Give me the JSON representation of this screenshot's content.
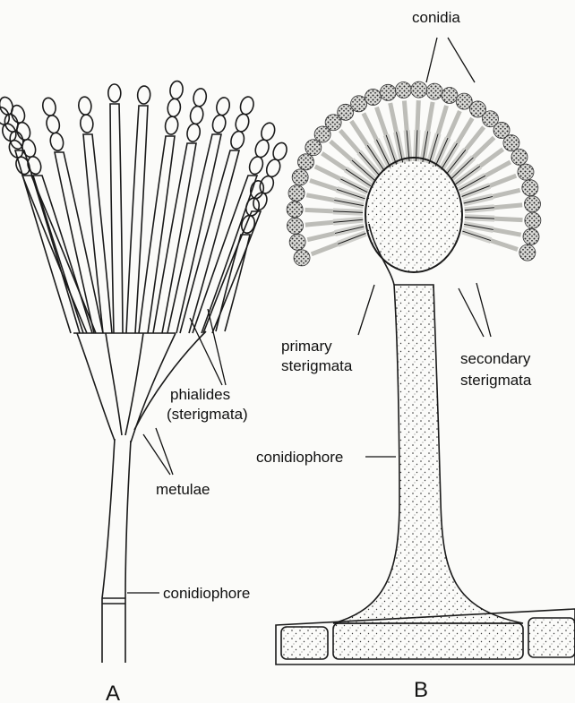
{
  "panel_a": {
    "letter": "A",
    "labels": {
      "phialides_1": "phialides",
      "phialides_2": "(sterigmata)",
      "metulae": "metulae",
      "conidiophore": "conidiophore"
    }
  },
  "panel_b": {
    "letter": "B",
    "labels": {
      "conidia": "conidia",
      "primary_1": "primary",
      "primary_2": "sterigmata",
      "secondary_1": "secondary",
      "secondary_2": "sterigmata",
      "conidiophore": "conidiophore"
    }
  }
}
